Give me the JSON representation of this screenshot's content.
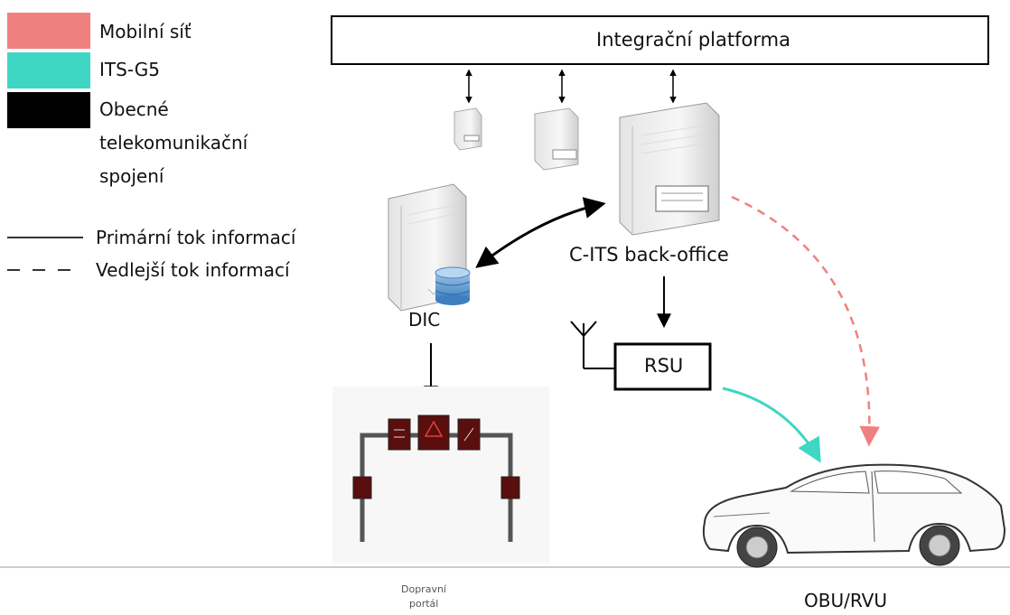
{
  "legend": {
    "items": [
      {
        "label": "Mobilní síť",
        "color": "#f08080"
      },
      {
        "label": "ITS-G5",
        "color": "#40d6c4"
      },
      {
        "label_lines": [
          "Obecné",
          "telekomunikační",
          "spojení"
        ],
        "color": "#000000"
      }
    ],
    "line_styles": [
      {
        "label": "Primární tok informací",
        "style": "solid"
      },
      {
        "label": "Vedlejší tok informací",
        "style": "dashed"
      }
    ]
  },
  "nodes": {
    "platform": "Integrační platforma",
    "back_office": "C-ITS back-office",
    "dic": "DIC",
    "rsu": "RSU",
    "portal_lines": [
      "Dopravní",
      "portál"
    ],
    "vehicle": "OBU/RVU"
  },
  "colors": {
    "mobile": "#f08080",
    "its_g5": "#40d6c4",
    "general": "#000000",
    "gantry_panel": "#5a0e0e"
  },
  "icons": [
    "server-icon",
    "database-icon",
    "antenna-icon",
    "car-icon",
    "variable-message-sign-icon"
  ]
}
